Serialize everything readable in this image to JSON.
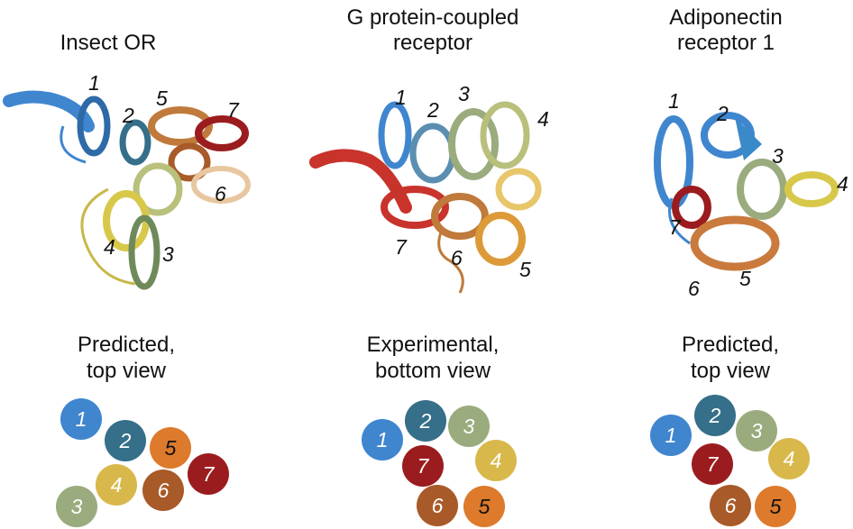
{
  "panels": [
    {
      "title": "Insect OR",
      "view": "Predicted,\ntop view",
      "helix_labels": [
        "1",
        "2",
        "5",
        "7",
        "6",
        "4",
        "3"
      ],
      "circles": [
        {
          "label": "1",
          "color": "#3f86cf"
        },
        {
          "label": "2",
          "color": "#356f89"
        },
        {
          "label": "5",
          "color": "#dd7a2b"
        },
        {
          "label": "7",
          "color": "#9b1c1e"
        },
        {
          "label": "4",
          "color": "#d8b84a"
        },
        {
          "label": "6",
          "color": "#a85a28"
        },
        {
          "label": "3",
          "color": "#9aab7d"
        }
      ]
    },
    {
      "title": "G protein-coupled\nreceptor",
      "view": "Experimental,\nbottom view",
      "helix_labels": [
        "1",
        "2",
        "3",
        "4",
        "7",
        "6",
        "5"
      ],
      "circles": [
        {
          "label": "1",
          "color": "#3f86cf"
        },
        {
          "label": "2",
          "color": "#356f89"
        },
        {
          "label": "3",
          "color": "#9aab7d"
        },
        {
          "label": "7",
          "color": "#9b1c1e"
        },
        {
          "label": "4",
          "color": "#d8b84a"
        },
        {
          "label": "6",
          "color": "#a85a28"
        },
        {
          "label": "5",
          "color": "#dd7a2b"
        }
      ]
    },
    {
      "title": "Adiponectin\nreceptor 1",
      "view": "Predicted,\ntop view",
      "helix_labels": [
        "1",
        "2",
        "3",
        "4",
        "7",
        "5",
        "6"
      ],
      "circles": [
        {
          "label": "2",
          "color": "#356f89"
        },
        {
          "label": "1",
          "color": "#3f86cf"
        },
        {
          "label": "3",
          "color": "#9aab7d"
        },
        {
          "label": "7",
          "color": "#9b1c1e"
        },
        {
          "label": "4",
          "color": "#d8b84a"
        },
        {
          "label": "6",
          "color": "#a85a28"
        },
        {
          "label": "5",
          "color": "#dd7a2b"
        }
      ]
    }
  ]
}
